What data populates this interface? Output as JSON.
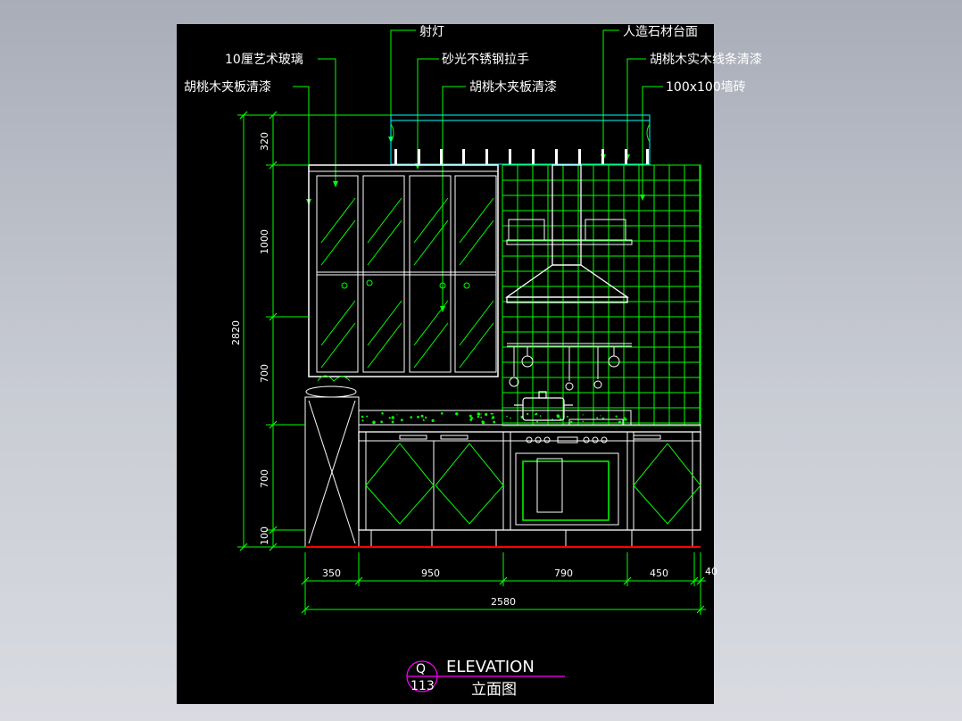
{
  "labels": {
    "spotlight": "射灯",
    "artificial_stone_top": "人造石材台面",
    "art_glass": "10厘艺术玻璃",
    "stainless_handle": "砂光不锈钢拉手",
    "walnut_solid_trim": "胡桃木实木线条清漆",
    "walnut_plywood_left": "胡桃木夹板清漆",
    "walnut_plywood_mid": "胡桃木夹板清漆",
    "wall_tile": "100x100墙砖"
  },
  "dims_vertical": {
    "d1": "320",
    "d2": "1000",
    "d3": "700",
    "d4": "700",
    "d5": "100",
    "total": "2820"
  },
  "dims_horizontal": {
    "d1": "350",
    "d2": "950",
    "d3": "790",
    "d4": "450",
    "d5": "40",
    "total": "2580"
  },
  "title_block": {
    "letter": "Q",
    "sheet_no": "113",
    "title_en": "ELEVATION",
    "title_cn": "立面图"
  },
  "colors": {
    "background": "#000000",
    "line_green": "#00ff00",
    "line_cyan": "#00ffff",
    "line_white": "#ffffff",
    "title_magenta": "#ff00ff",
    "floor_red": "#ff0000"
  }
}
